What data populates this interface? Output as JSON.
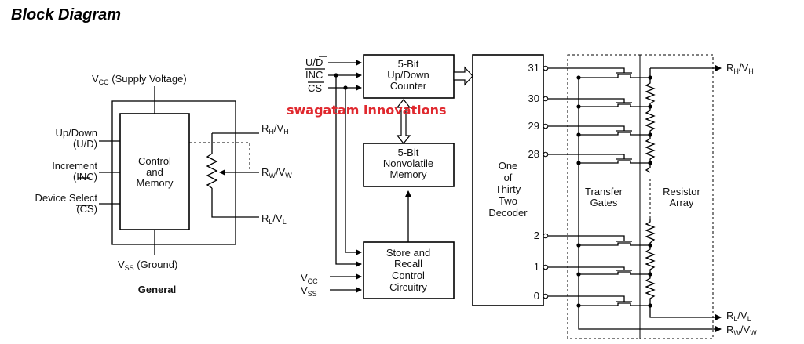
{
  "title": "Block Diagram",
  "watermark": "swagatam innovations",
  "watermark_color": "#e0282e",
  "general": {
    "vcc_label": "V",
    "vcc_sub": "CC",
    "vcc_desc": " (Supply Voltage)",
    "vss_label": "V",
    "vss_sub": "SS",
    "vss_desc": " (Ground)",
    "caption": "General",
    "core_line1": "Control",
    "core_line2": "and",
    "core_line3": "Memory",
    "updown_line1": "Up/Down",
    "updown_line2": "(U/D)",
    "inc_line1": "Increment",
    "inc_line2": "(INC)",
    "cs_line1": "Device Select",
    "cs_line2": "(CS)",
    "rh_main": "R",
    "rh_sub": "H",
    "rh_sep": "/V",
    "rh_sub2": "H",
    "rw_main": "R",
    "rw_sub": "W",
    "rw_sep": "/V",
    "rw_sub2": "W",
    "rl_main": "R",
    "rl_sub": "L",
    "rl_sep": "/V",
    "rl_sub2": "L"
  },
  "detail": {
    "in_ud": "U/D",
    "in_inc": "INC",
    "in_cs": "CS",
    "in_vcc_main": "V",
    "in_vcc_sub": "CC",
    "in_vss_main": "V",
    "in_vss_sub": "SS",
    "counter_line1": "5-Bit",
    "counter_line2": "Up/Down",
    "counter_line3": "Counter",
    "nvm_line1": "5-Bit",
    "nvm_line2": "Nonvolatile",
    "nvm_line3": "Memory",
    "store_line1": "Store and",
    "store_line2": "Recall",
    "store_line3": "Control",
    "store_line4": "Circuitry",
    "decoder_line1": "One",
    "decoder_line2": "of",
    "decoder_line3": "Thirty",
    "decoder_line4": "Two",
    "decoder_line5": "Decoder",
    "pins": [
      "31",
      "30",
      "29",
      "28",
      "2",
      "1",
      "0"
    ],
    "tg_line1": "Transfer",
    "tg_line2": "Gates",
    "ra_line1": "Resistor",
    "ra_line2": "Array",
    "out_rh_main": "R",
    "out_rh_sub": "H",
    "out_rh_sep": "/V",
    "out_rh_sub2": "H",
    "out_rl_main": "R",
    "out_rl_sub": "L",
    "out_rl_sep": "/V",
    "out_rl_sub2": "L",
    "out_rw_main": "R",
    "out_rw_sub": "W",
    "out_rw_sep": "/V",
    "out_rw_sub2": "W"
  }
}
